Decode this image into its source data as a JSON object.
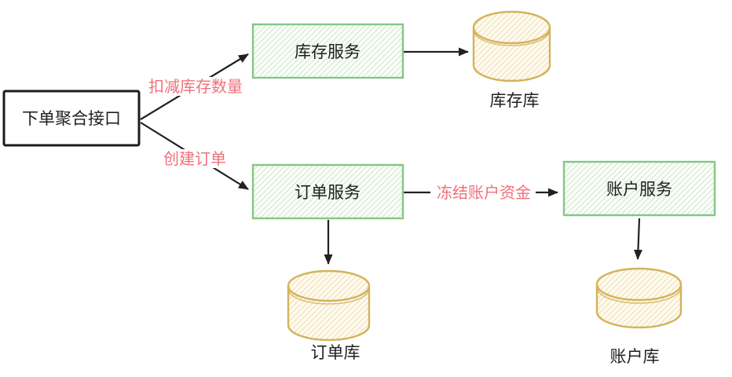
{
  "diagram": {
    "title": "order-aggregation-flow",
    "background_color": "#ffffff",
    "colors": {
      "entry_border": "#1c1c1c",
      "service_border": "#85c685",
      "service_hatch": "#daeed8",
      "service_fill": "#fcfefb",
      "db_border": "#d3b35c",
      "db_hatch": "#f3e5bf",
      "db_fill": "#fefbf2",
      "arrow": "#212121",
      "edge_label": "#f0707a",
      "node_text": "#1f1f1f"
    },
    "nodes": {
      "entry": {
        "label": "下单聚合接口",
        "shape": "rectangle"
      },
      "inventory_service": {
        "label": "库存服务",
        "shape": "rectangle-hatched"
      },
      "order_service": {
        "label": "订单服务",
        "shape": "rectangle-hatched"
      },
      "account_service": {
        "label": "账户服务",
        "shape": "rectangle-hatched"
      },
      "inventory_db": {
        "label": "库存库",
        "shape": "cylinder"
      },
      "order_db": {
        "label": "订单库",
        "shape": "cylinder"
      },
      "account_db": {
        "label": "账户库",
        "shape": "cylinder"
      }
    },
    "edges": {
      "deduct_inventory": {
        "label": "扣减库存数量",
        "from": "entry",
        "to": "inventory_service"
      },
      "create_order": {
        "label": "创建订单",
        "from": "entry",
        "to": "order_service"
      },
      "freeze_funds": {
        "label": "冻结账户资金",
        "from": "order_service",
        "to": "account_service"
      },
      "inventory_to_db": {
        "label": "",
        "from": "inventory_service",
        "to": "inventory_db"
      },
      "order_to_db": {
        "label": "",
        "from": "order_service",
        "to": "order_db"
      },
      "account_to_db": {
        "label": "",
        "from": "account_service",
        "to": "account_db"
      }
    }
  }
}
